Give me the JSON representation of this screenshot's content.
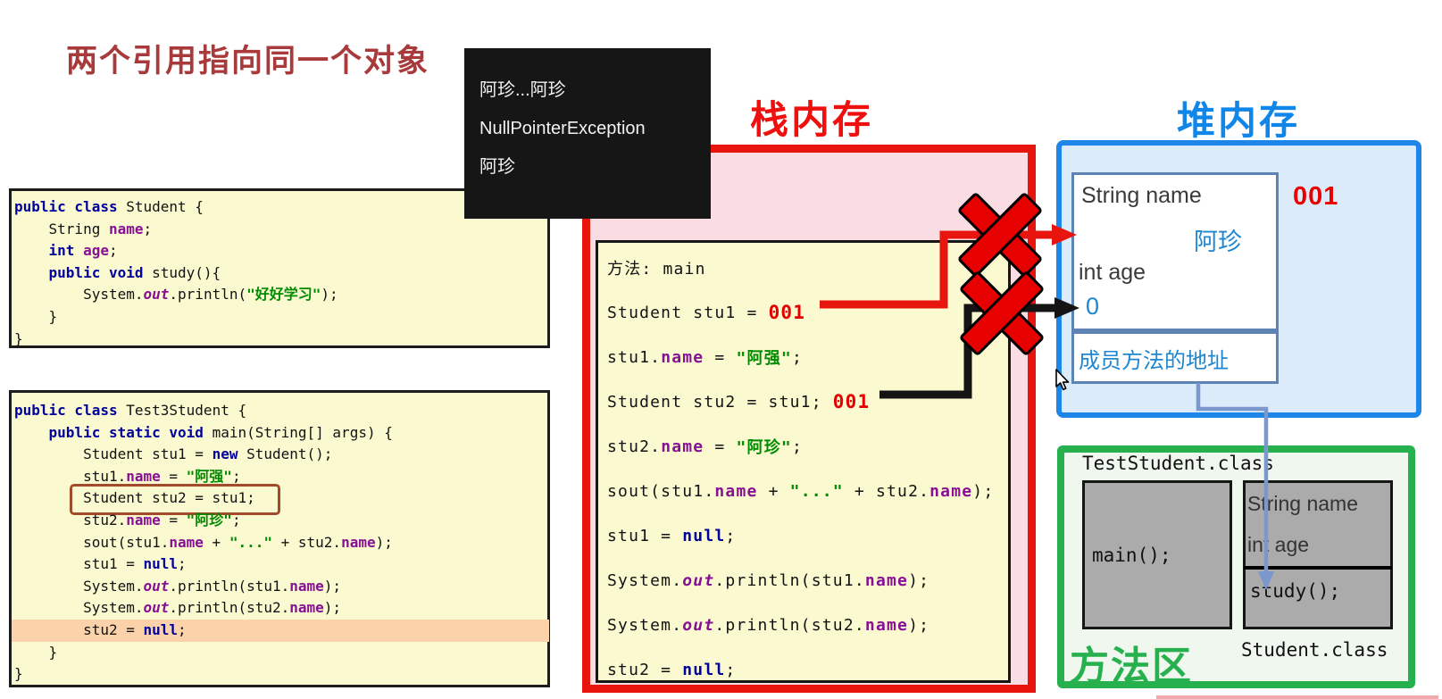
{
  "page": {
    "title": "两个引用指向同一个对象"
  },
  "console": {
    "lines": [
      "阿珍...阿珍",
      "NullPointerException",
      "阿珍"
    ]
  },
  "regions": {
    "stack": {
      "label": "栈内存"
    },
    "heap": {
      "label": "堆内存",
      "address": "001",
      "object": {
        "field1_decl": "String name",
        "field1_value": "阿珍",
        "field2_decl": "int age",
        "field2_value": "0",
        "method_ref_label": "成员方法的地址"
      }
    },
    "method_area": {
      "label": "方法区",
      "test_class_label": "TestStudent.class",
      "student_class_label": "Student.class",
      "main_method": "main();",
      "student_field1": "String name",
      "student_field2": "int age",
      "study_method": "study();"
    }
  },
  "colors": {
    "title_red": "#a93a3c",
    "stack_red": "#e8150f",
    "heap_blue": "#1d86e8",
    "method_green": "#27b14e",
    "address_red": "#e30000",
    "highlight_peach": "#fbd2a9",
    "code_yellow": "#fbf9d0"
  },
  "icons": {
    "x_mark": "red-x-cross",
    "cursor": "mouse-pointer"
  },
  "code_student": {
    "lines": [
      {
        "segments": [
          {
            "t": "public class ",
            "c": "kw"
          },
          {
            "t": "Student {",
            "c": "pl"
          }
        ]
      },
      {
        "segments": [
          {
            "t": "    String ",
            "c": "pl"
          },
          {
            "t": "name",
            "c": "fld"
          },
          {
            "t": ";",
            "c": "pl"
          }
        ]
      },
      {
        "segments": [
          {
            "t": "    ",
            "c": "pl"
          },
          {
            "t": "int ",
            "c": "kw"
          },
          {
            "t": "age",
            "c": "fld"
          },
          {
            "t": ";",
            "c": "pl"
          }
        ]
      },
      {
        "segments": [
          {
            "t": "    ",
            "c": "pl"
          },
          {
            "t": "public void ",
            "c": "kw"
          },
          {
            "t": "study(){",
            "c": "pl"
          }
        ]
      },
      {
        "segments": [
          {
            "t": "        System.",
            "c": "pl"
          },
          {
            "t": "out",
            "c": "out"
          },
          {
            "t": ".println(",
            "c": "pl"
          },
          {
            "t": "\"好好学习\"",
            "c": "str"
          },
          {
            "t": ");",
            "c": "pl"
          }
        ]
      },
      {
        "segments": [
          {
            "t": "    }",
            "c": "pl"
          }
        ]
      },
      {
        "segments": [
          {
            "t": "}",
            "c": "pl"
          }
        ]
      }
    ]
  },
  "code_test": {
    "lines": [
      {
        "segments": [
          {
            "t": "public class ",
            "c": "kw"
          },
          {
            "t": "Test3Student {",
            "c": "pl"
          }
        ]
      },
      {
        "segments": [
          {
            "t": "    ",
            "c": "pl"
          },
          {
            "t": "public static void ",
            "c": "kw"
          },
          {
            "t": "main(String[] args) {",
            "c": "pl"
          }
        ]
      },
      {
        "segments": [
          {
            "t": "        Student stu1 = ",
            "c": "pl"
          },
          {
            "t": "new ",
            "c": "kw"
          },
          {
            "t": "Student();",
            "c": "pl"
          }
        ]
      },
      {
        "segments": [
          {
            "t": "        stu1.",
            "c": "pl"
          },
          {
            "t": "name",
            "c": "fld"
          },
          {
            "t": " = ",
            "c": "pl"
          },
          {
            "t": "\"阿强\"",
            "c": "str"
          },
          {
            "t": ";",
            "c": "pl"
          }
        ]
      },
      {
        "mark": "box",
        "segments": [
          {
            "t": "        Student stu2 = stu1;",
            "c": "pl"
          }
        ]
      },
      {
        "segments": [
          {
            "t": "        stu2.",
            "c": "pl"
          },
          {
            "t": "name",
            "c": "fld"
          },
          {
            "t": " = ",
            "c": "pl"
          },
          {
            "t": "\"阿珍\"",
            "c": "str"
          },
          {
            "t": ";",
            "c": "pl"
          }
        ]
      },
      {
        "segments": [
          {
            "t": "        sout(stu1.",
            "c": "pl"
          },
          {
            "t": "name",
            "c": "fld"
          },
          {
            "t": " + ",
            "c": "pl"
          },
          {
            "t": "\"...\"",
            "c": "str"
          },
          {
            "t": " + stu2.",
            "c": "pl"
          },
          {
            "t": "name",
            "c": "fld"
          },
          {
            "t": ");",
            "c": "pl"
          }
        ]
      },
      {
        "segments": [
          {
            "t": "        stu1 = ",
            "c": "pl"
          },
          {
            "t": "null",
            "c": "kw"
          },
          {
            "t": ";",
            "c": "pl"
          }
        ]
      },
      {
        "segments": [
          {
            "t": "        System.",
            "c": "pl"
          },
          {
            "t": "out",
            "c": "out"
          },
          {
            "t": ".println(stu1.",
            "c": "pl"
          },
          {
            "t": "name",
            "c": "fld"
          },
          {
            "t": ");",
            "c": "pl"
          }
        ]
      },
      {
        "segments": [
          {
            "t": "        System.",
            "c": "pl"
          },
          {
            "t": "out",
            "c": "out"
          },
          {
            "t": ".println(stu2.",
            "c": "pl"
          },
          {
            "t": "name",
            "c": "fld"
          },
          {
            "t": ");",
            "c": "pl"
          }
        ]
      },
      {
        "mark": "highlight",
        "segments": [
          {
            "t": "        stu2 = ",
            "c": "pl"
          },
          {
            "t": "null",
            "c": "kw"
          },
          {
            "t": ";",
            "c": "pl"
          }
        ]
      },
      {
        "segments": [
          {
            "t": "    }",
            "c": "pl"
          }
        ]
      },
      {
        "segments": [
          {
            "t": "}",
            "c": "pl"
          }
        ]
      }
    ]
  },
  "stack_frame": {
    "lines": [
      {
        "segments": [
          {
            "t": "方法: main",
            "c": "pl"
          }
        ]
      },
      {
        "segments": [
          {
            "t": "Student stu1 = ",
            "c": "pl"
          },
          {
            "t": "001",
            "c": "addr"
          }
        ]
      },
      {
        "segments": [
          {
            "t": "stu1.",
            "c": "pl"
          },
          {
            "t": "name",
            "c": "fld"
          },
          {
            "t": " = ",
            "c": "pl"
          },
          {
            "t": "\"阿强\"",
            "c": "str"
          },
          {
            "t": ";",
            "c": "pl"
          }
        ]
      },
      {
        "segments": [
          {
            "t": "Student stu2 = stu1; ",
            "c": "pl"
          },
          {
            "t": "001",
            "c": "addr"
          }
        ]
      },
      {
        "segments": [
          {
            "t": "stu2.",
            "c": "pl"
          },
          {
            "t": "name",
            "c": "fld"
          },
          {
            "t": " = ",
            "c": "pl"
          },
          {
            "t": "\"阿珍\"",
            "c": "str"
          },
          {
            "t": ";",
            "c": "pl"
          }
        ]
      },
      {
        "segments": [
          {
            "t": "sout(stu1.",
            "c": "pl"
          },
          {
            "t": "name",
            "c": "fld"
          },
          {
            "t": " + ",
            "c": "pl"
          },
          {
            "t": "\"...\"",
            "c": "str"
          },
          {
            "t": " + stu2.",
            "c": "pl"
          },
          {
            "t": "name",
            "c": "fld"
          },
          {
            "t": ");",
            "c": "pl"
          }
        ]
      },
      {
        "segments": [
          {
            "t": "stu1 = ",
            "c": "pl"
          },
          {
            "t": "null",
            "c": "kw"
          },
          {
            "t": ";",
            "c": "pl"
          }
        ]
      },
      {
        "segments": [
          {
            "t": "System.",
            "c": "pl"
          },
          {
            "t": "out",
            "c": "out"
          },
          {
            "t": ".println(stu1.",
            "c": "pl"
          },
          {
            "t": "name",
            "c": "fld"
          },
          {
            "t": ");",
            "c": "pl"
          }
        ]
      },
      {
        "segments": [
          {
            "t": "System.",
            "c": "pl"
          },
          {
            "t": "out",
            "c": "out"
          },
          {
            "t": ".println(stu2.",
            "c": "pl"
          },
          {
            "t": "name",
            "c": "fld"
          },
          {
            "t": ");",
            "c": "pl"
          }
        ]
      },
      {
        "segments": [
          {
            "t": "stu2 = ",
            "c": "pl"
          },
          {
            "t": "null",
            "c": "kw"
          },
          {
            "t": ";",
            "c": "pl"
          }
        ]
      }
    ]
  }
}
